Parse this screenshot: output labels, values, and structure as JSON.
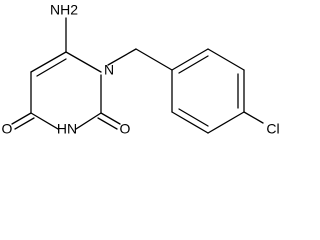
{
  "molecule": {
    "atoms": {
      "amino": "NH2",
      "n1": "N",
      "nh": "HN",
      "o_left": "O",
      "o_right": "O",
      "chloro": "Cl"
    }
  }
}
